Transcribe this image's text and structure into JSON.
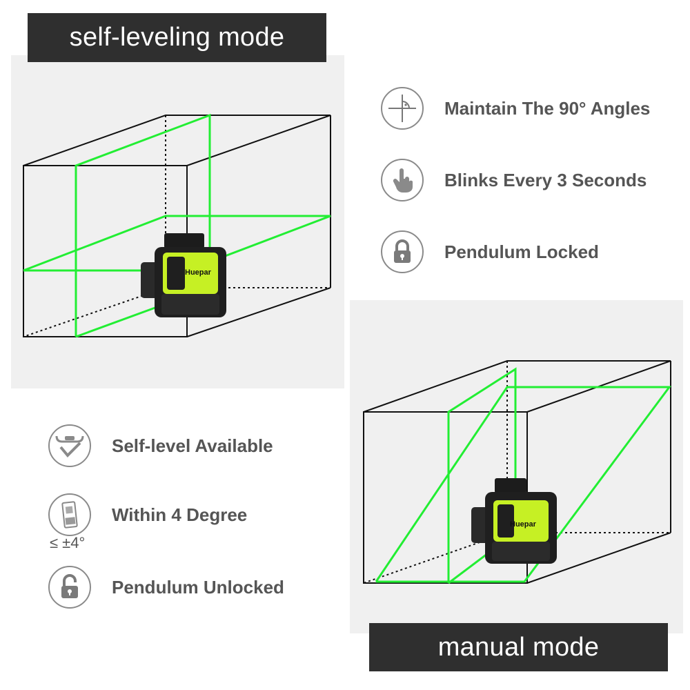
{
  "panels": {
    "self_leveling": {
      "title": "self-leveling mode",
      "brand": "Huepar"
    },
    "manual": {
      "title": "manual mode",
      "brand": "Huepar"
    }
  },
  "features_right": [
    {
      "icon": "angle-crosshair-icon",
      "label": "Maintain The 90° Angles"
    },
    {
      "icon": "hand-press-icon",
      "label": "Blinks Every 3 Seconds"
    },
    {
      "icon": "padlock-locked-icon",
      "label": "Pendulum Locked"
    }
  ],
  "features_left": [
    {
      "icon": "level-check-icon",
      "label": "Self-level Available"
    },
    {
      "icon": "tilted-device-icon",
      "label": "Within 4 Degree",
      "sub_label": "≤ ±4°"
    },
    {
      "icon": "padlock-unlocked-icon",
      "label": "Pendulum Unlocked"
    }
  ],
  "colors": {
    "laser": "#22ee33",
    "title_bar": "#2f2f2f",
    "panel_bg": "#f0f0f0",
    "device_accent": "#c6f024",
    "text": "#555555"
  }
}
